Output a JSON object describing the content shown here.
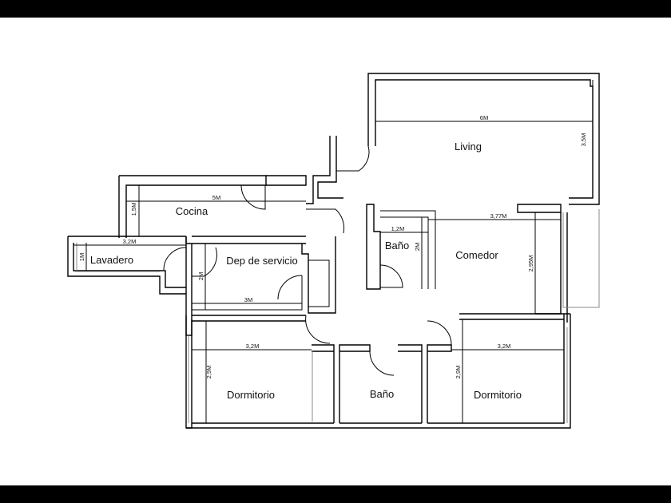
{
  "rooms": {
    "living": "Living",
    "comedor": "Comedor",
    "cocina": "Cocina",
    "lavadero": "Lavadero",
    "dep_servicio": "Dep de servicio",
    "bano_1": "Baño",
    "bano_2": "Baño",
    "dormitorio_1": "Dormitorio",
    "dormitorio_2": "Dormitorio"
  },
  "dimensions": {
    "living_width": "6M",
    "living_depth": "3,5M",
    "comedor_width": "3,77M",
    "comedor_depth": "2,95M",
    "cocina_width": "5M",
    "cocina_depth": "1,5M",
    "lavadero_width": "3,2M",
    "lavadero_depth": "1M",
    "dep_width": "3M",
    "dep_depth": "2M",
    "bano_width": "1,2M",
    "bano_depth": "2M",
    "dorm1_width": "3,2M",
    "dorm1_depth": "2,9M",
    "dorm2_width": "3,2M",
    "dorm2_depth": "2,9M"
  }
}
